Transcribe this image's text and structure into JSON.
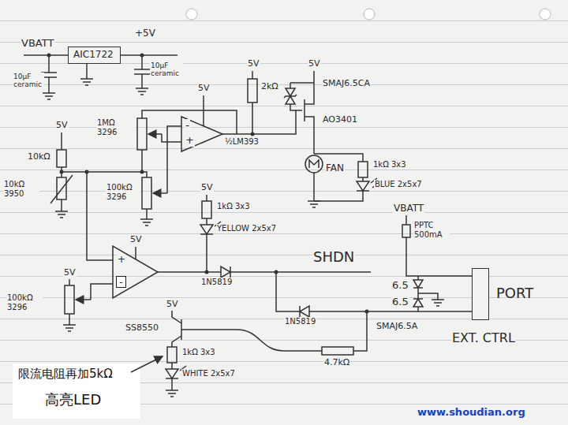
{
  "diagram": {
    "nodes": [
      {
        "text": [
          "AIC1722"
        ]
      },
      {
        "text": [
          "PORT"
        ]
      }
    ],
    "labels": [
      "VBATT",
      "+5V",
      "10μF ceramic",
      "10μF ceramic",
      "5V",
      "10kΩ",
      "10kΩ 3950",
      "5V",
      "1MΩ 3296",
      "-",
      "+",
      "½LM393",
      "5V",
      "2kΩ",
      "5V",
      "SMAJ6.5CA",
      "AO3401",
      "FAN",
      "1kΩ 3x3",
      "BLUE 2x5x7",
      "100kΩ 3296",
      "5V",
      "1kΩ 3x3",
      "YELLOW 2x5x7",
      "SHDN",
      "+",
      "-",
      "5V",
      "1N5819",
      "VBATT",
      "PPTC 500mA",
      "6.5",
      "1N5819",
      "6.5",
      "SMAJ6.5A",
      "EXT. CTRL",
      "5V",
      "100kΩ 3296",
      "5V",
      "SS8550",
      "1kΩ 3x3",
      "WHITE 2x5x7",
      "4.7kΩ",
      "限流电阻再加5kΩ",
      "高亮LED",
      "www.shoudian.org"
    ]
  }
}
